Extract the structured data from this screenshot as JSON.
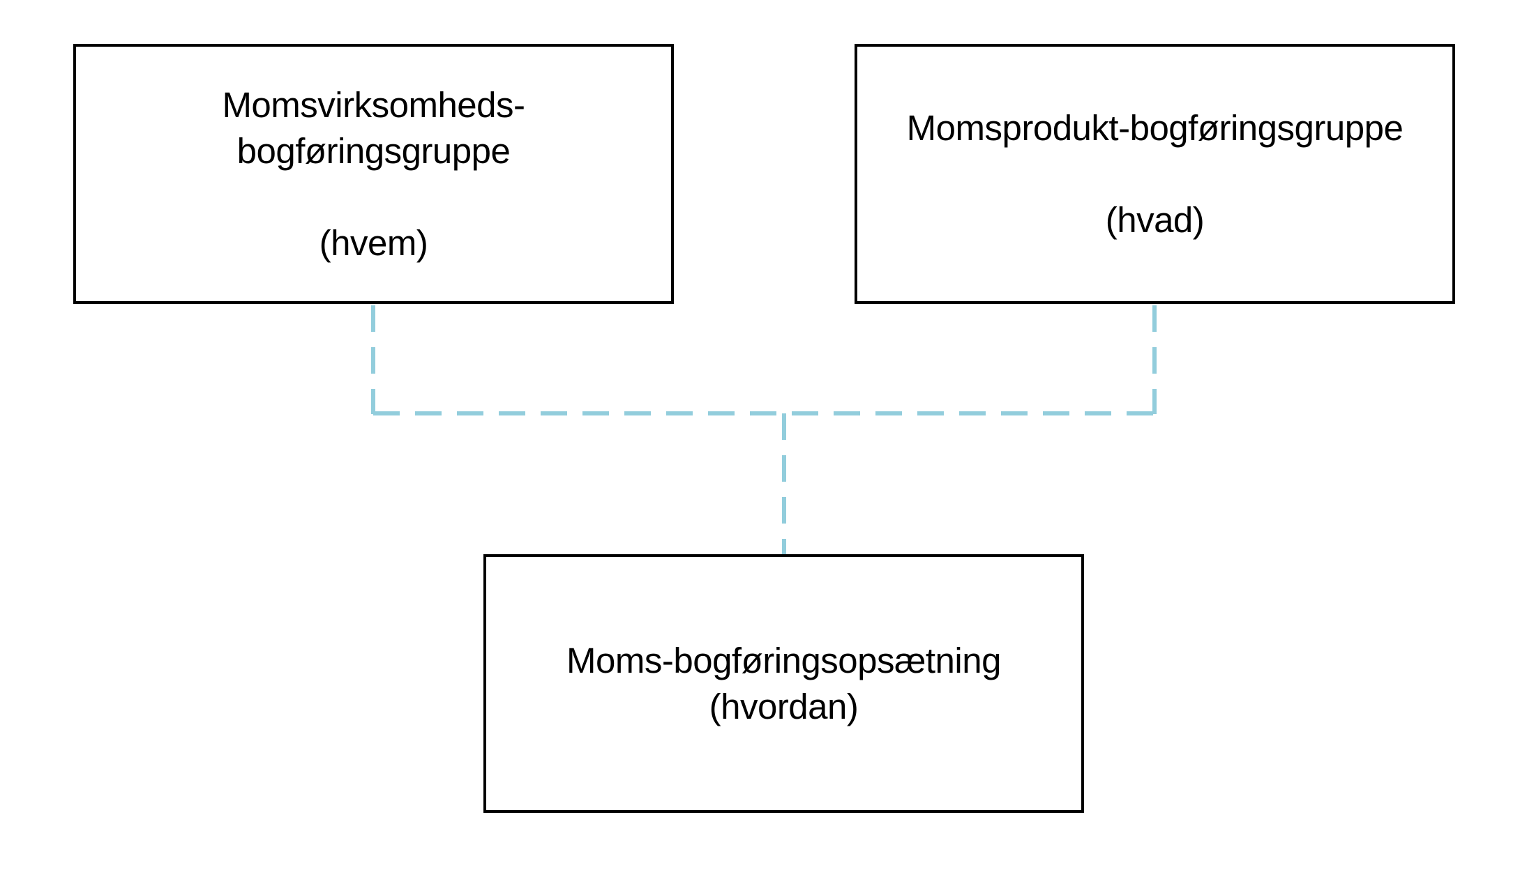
{
  "diagram": {
    "background": "#FFFFFF",
    "node_border_color": "#000000",
    "text_color": "#000000",
    "connector_color": "#92CDDC",
    "nodes": [
      {
        "id": "momsvirksomheds-bogfoeringsgruppe",
        "lines": [
          "Momsvirksomheds-",
          "bogføringsgruppe",
          "",
          "(hvem)"
        ]
      },
      {
        "id": "momsprodukt-bogfoeringsgruppe",
        "lines": [
          "Momsprodukt-bogføringsgruppe",
          "",
          "(hvad)"
        ]
      },
      {
        "id": "moms-bogfoeringsopsaetning",
        "lines": [
          "Moms-bogføringsopsætning",
          "(hvordan)"
        ]
      }
    ]
  }
}
